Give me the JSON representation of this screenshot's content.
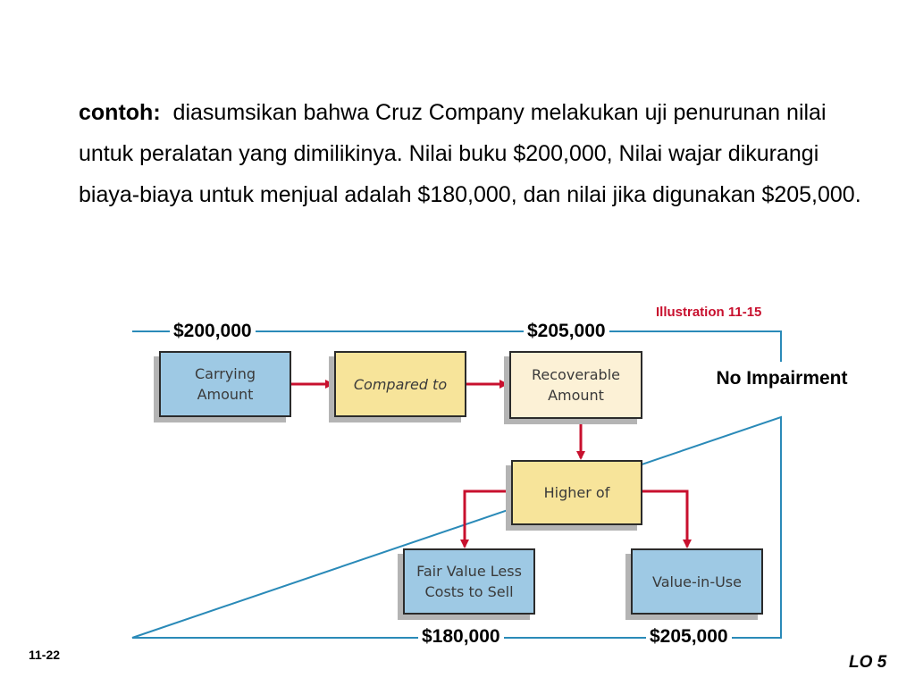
{
  "intro": {
    "lead": "contoh:",
    "text": "diasumsikan bahwa Cruz Company melakukan uji penurunan nilai untuk peralatan yang dimilikinya. Nilai buku $200,000, Nilai wajar dikurangi biaya-biaya untuk menjual adalah $180,000, dan nilai jika digunakan $205,000."
  },
  "illustration_label": "Illustration 11-15",
  "amounts": {
    "carrying": "$200,000",
    "recoverable": "$205,000",
    "fair_value": "$180,000",
    "value_in_use": "$205,000"
  },
  "boxes": {
    "carrying_amount": "Carrying Amount",
    "compared_to": "Compared to",
    "recoverable_amount": "Recoverable Amount",
    "higher_of": "Higher of",
    "fair_value": "Fair Value Less Costs to Sell",
    "value_in_use": "Value-in-Use"
  },
  "result": "No Impairment",
  "footer": {
    "slide_number": "11-22",
    "learning_objective": "LO 5"
  },
  "colors": {
    "frame": "#2a8ab8",
    "arrow": "#c8102e",
    "box_blue": "#9ec9e4",
    "box_yellow": "#f7e49a",
    "box_cream": "#fcf1d6"
  }
}
